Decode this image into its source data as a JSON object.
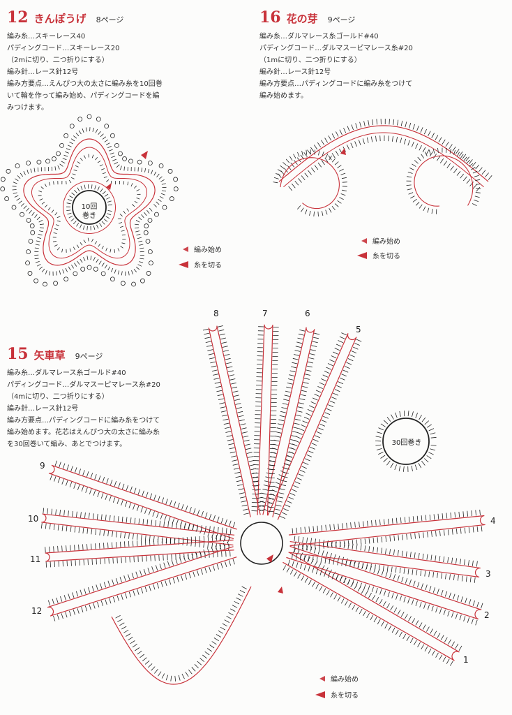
{
  "colors": {
    "accent": "#c8323a",
    "ink": "#222222",
    "background": "#fcfcfb"
  },
  "pattern12": {
    "number": "12",
    "title": "きんぽうげ",
    "page": "8ページ",
    "lines": [
      "編み糸…スキーレース40",
      "パディングコード…スキーレース20",
      "（2mに切り、二つ折りにする）",
      "編み針…レース針12号",
      "編み方要点…えんぴつ大の太さに編み糸を10回巻",
      "いて輪を作って編み始め、パディングコードを編",
      "みつけます。"
    ],
    "coil_label": "10回\n巻き",
    "legend": {
      "start": "編み始め",
      "cut": "糸を切る"
    }
  },
  "pattern16": {
    "number": "16",
    "title": "花の芽",
    "page": "9ページ",
    "lines": [
      "編み糸…ダルマレース糸ゴールド#40",
      "パディングコード…ダルマスーピマレース糸#20",
      "（1mに切り、二つ折りにする）",
      "編み針…レース針12号",
      "編み方要点…パディングコードに編み糸をつけて",
      "編み始めます。"
    ],
    "legend": {
      "start": "編み始め",
      "cut": "糸を切る"
    }
  },
  "pattern15": {
    "number": "15",
    "title": "矢車草",
    "page": "9ページ",
    "lines": [
      "編み糸…ダルマレース糸ゴールド#40",
      "パディングコード…ダルマスーピマレース糸#20",
      "（4mに切り、二つ折りにする）",
      "編み針…レース針12号",
      "編み方要点…パディングコードに編み糸をつけて",
      "編み始めます。花芯はえんぴつ大の太さに編み糸",
      "を30回巻いて編み、あとでつけます。"
    ],
    "coil_label": "30回巻き",
    "petal_numbers": [
      "1",
      "2",
      "3",
      "4",
      "5",
      "6",
      "7",
      "8",
      "9",
      "10",
      "11",
      "12"
    ],
    "legend": {
      "start": "編み始め",
      "cut": "糸を切る"
    }
  }
}
